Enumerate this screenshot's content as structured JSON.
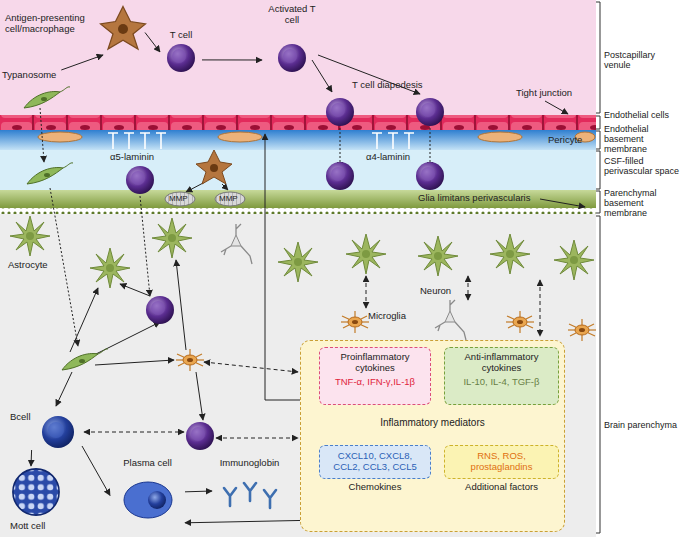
{
  "diagram": {
    "nodes": [
      {
        "text": [
          "Typanosome"
        ]
      },
      {
        "text": [
          "Antigen-presenting cell/macrophage"
        ]
      },
      {
        "text": [
          "T cell"
        ]
      },
      {
        "text": [
          "Activated T cell"
        ]
      },
      {
        "text": [
          "Bcell"
        ]
      },
      {
        "text": [
          "Mott cell"
        ]
      },
      {
        "text": [
          "Plasma cell"
        ]
      },
      {
        "text": [
          "Immunoglobin"
        ]
      },
      {
        "text": [
          "Inflammatory mediators"
        ]
      },
      {
        "text": [
          "Proinflammatory cytokines",
          "TNF-α, IFN-γ,IL-1β"
        ],
        "in": 8
      },
      {
        "text": [
          "Anti-inflammatory cytokines",
          "IL-10, IL-4, TGF-β"
        ],
        "in": 8
      },
      {
        "text": [
          "CXCL10, CXCL8, CCL2, CCL3, CCL5",
          "Chemokines"
        ],
        "in": 8
      },
      {
        "text": [
          "RNS, ROS, prostaglandins",
          "Additional factors"
        ],
        "in": 8
      }
    ],
    "edges": [
      {
        "from": 0,
        "to": 1,
        "arrow": "to"
      },
      {
        "from": 1,
        "to": 2,
        "arrow": "to"
      },
      {
        "from": 2,
        "to": 3,
        "arrow": "to"
      },
      {
        "from": 4,
        "to": 5,
        "arrow": "to"
      },
      {
        "from": 4,
        "to": 6,
        "arrow": "to"
      },
      {
        "from": 6,
        "to": 7,
        "arrow": "to"
      },
      {
        "from": 8,
        "to": 6,
        "arrow": "to"
      }
    ],
    "labels": [
      "Postcapillary venule",
      "Endothelial cells",
      "Endothelial basement membrane",
      "CSF-filled perivascular space",
      "Parenchymal basement membrane",
      "Brain parenchyma",
      "Tight junction",
      "T cell diapedesis",
      "Pericyte",
      "α5-laminin",
      "α4-laminin",
      "MMP",
      "MMP",
      "Glia limitans perivascularis",
      "Astrocyte",
      "Microglia",
      "Neuron"
    ]
  }
}
